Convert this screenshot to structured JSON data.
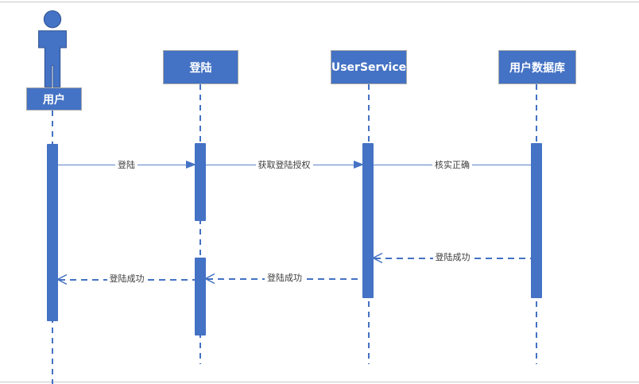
{
  "diagram": {
    "type": "uml-sequence-diagram",
    "actor": {
      "label": "用户"
    },
    "participants": [
      {
        "id": "login",
        "label": "登陆"
      },
      {
        "id": "user-service",
        "label": "UserService"
      },
      {
        "id": "database",
        "label": "用户数据库"
      }
    ],
    "messages": [
      {
        "from": "用户",
        "to": "登陆",
        "label": "登陆",
        "style": "solid-filled-arrow"
      },
      {
        "from": "登陆",
        "to": "UserService",
        "label": "获取登陆授权",
        "style": "solid-filled-arrow"
      },
      {
        "from": "UserService",
        "to": "用户数据库",
        "label": "核实正确",
        "style": "solid-no-arrow"
      },
      {
        "from": "用户数据库",
        "to": "UserService",
        "label": "登陆成功",
        "style": "dashed-open-arrow"
      },
      {
        "from": "UserService",
        "to": "登陆",
        "label": "登陆成功",
        "style": "dashed-open-arrow"
      },
      {
        "from": "登陆",
        "to": "用户",
        "label": "登陆成功",
        "style": "dashed-open-arrow"
      }
    ],
    "colors": {
      "shape_fill": "#4472C4",
      "actor_outline": "#2F528F",
      "box_border": "#A9A9A9",
      "line": "#4472C4",
      "header_text": "#FFFFFF",
      "message_text": "#3B3B3B",
      "frame_line": "#C9C9C9"
    }
  }
}
